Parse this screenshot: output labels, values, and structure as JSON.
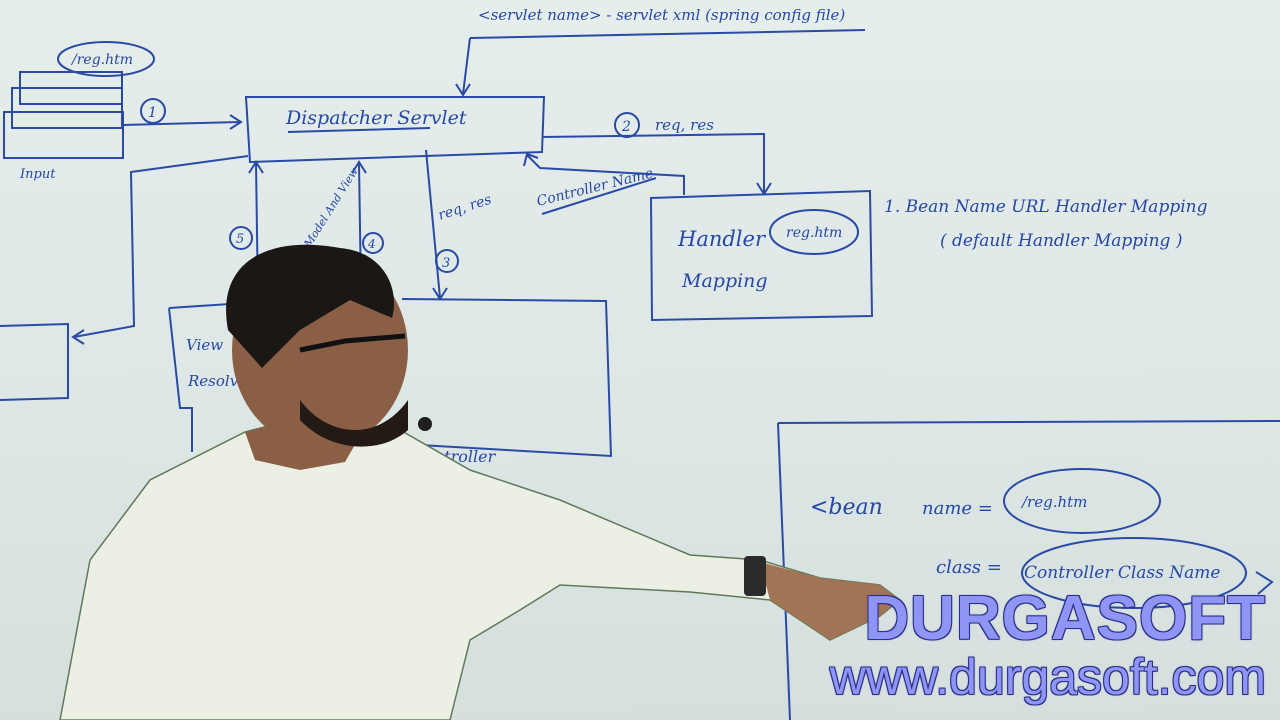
{
  "board": {
    "top_annotation": "<servlet name> - servlet xml (spring config file)",
    "input_label": "Input",
    "input_url": "/reg.htm",
    "step1": "1",
    "step2": "2",
    "step3": "3",
    "step4": "4",
    "step5": "5",
    "dispatcher_label": "Dispatcher Servlet",
    "req_res_top": "req, res",
    "req_res_mid": "req, res",
    "controller_name_label": "Controller Name",
    "model_and_view": "Model And View",
    "handler_mapping_line1": "Handler",
    "handler_mapping_line2": "Mapping",
    "handler_mapping_url": "reg.htm",
    "note_line1": "1. Bean Name URL Handler Mapping",
    "note_line2": "( default Handler Mapping )",
    "view_resolver_line1": "View",
    "view_resolver_line2": "Resolver",
    "controller_label": "Controller",
    "bean_open": "<bean",
    "bean_name_attr": "name =",
    "bean_name_val": "/reg.htm",
    "bean_class_attr": "class =",
    "bean_class_val": "Controller Class Name"
  },
  "watermark": {
    "brand": "DURGASOFT",
    "url": "www.durgasoft.com"
  },
  "colors": {
    "ink": "#2a4aa6",
    "watermark_fill": "#8f95f4",
    "watermark_outline": "#2d2f8a"
  }
}
